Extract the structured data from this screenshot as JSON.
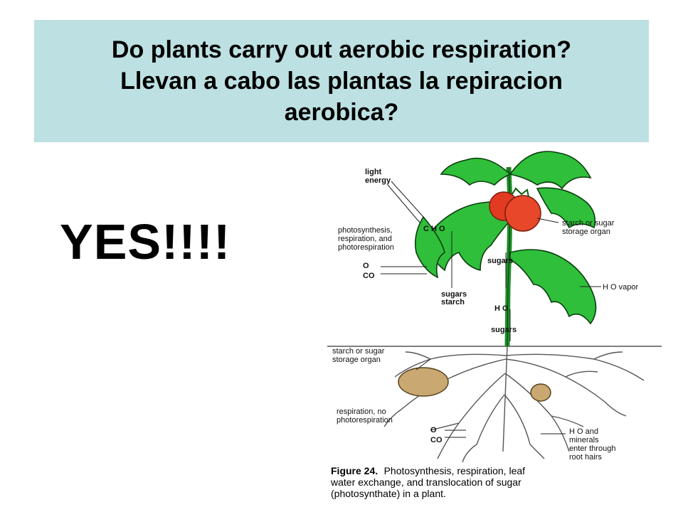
{
  "title": {
    "line1": "Do plants carry out aerobic respiration?",
    "line2": "Llevan a cabo  las plantas la repiracion",
    "line3": "aerobica?"
  },
  "answer": "YES!!!!",
  "figure": {
    "labels": {
      "light_1": "light",
      "light_2": "energy",
      "photo_1": "photosynthesis,",
      "photo_2": "respiration, and",
      "photo_3": "photorespiration",
      "o2": "O",
      "co2": "CO",
      "glucose": "C H  O",
      "sugars_leaf": "sugars",
      "sugars_starch_1": "sugars",
      "sugars_starch_2": "starch",
      "storage_top_1": "starch or sugar",
      "storage_top_2": "storage organ",
      "h2o_vapor": "H O vapor",
      "h2o_stem": "H O",
      "sugars_stem": "sugars",
      "storage_root_1": "starch or sugar",
      "storage_root_2": "storage organ",
      "resp_1": "respiration, no",
      "resp_2": "photorespiration",
      "o2_root": "O",
      "co2_root": "CO",
      "h2o_min_1": "H O and",
      "h2o_min_2": "minerals",
      "h2o_min_3": "enter through",
      "h2o_min_4": "root hairs"
    },
    "caption": {
      "figure_label": "Figure 24.",
      "line1": "Photosynthesis, respiration, leaf",
      "line2": "water exchange, and translocation of sugar",
      "line3": "(photosynthate) in a plant."
    }
  }
}
